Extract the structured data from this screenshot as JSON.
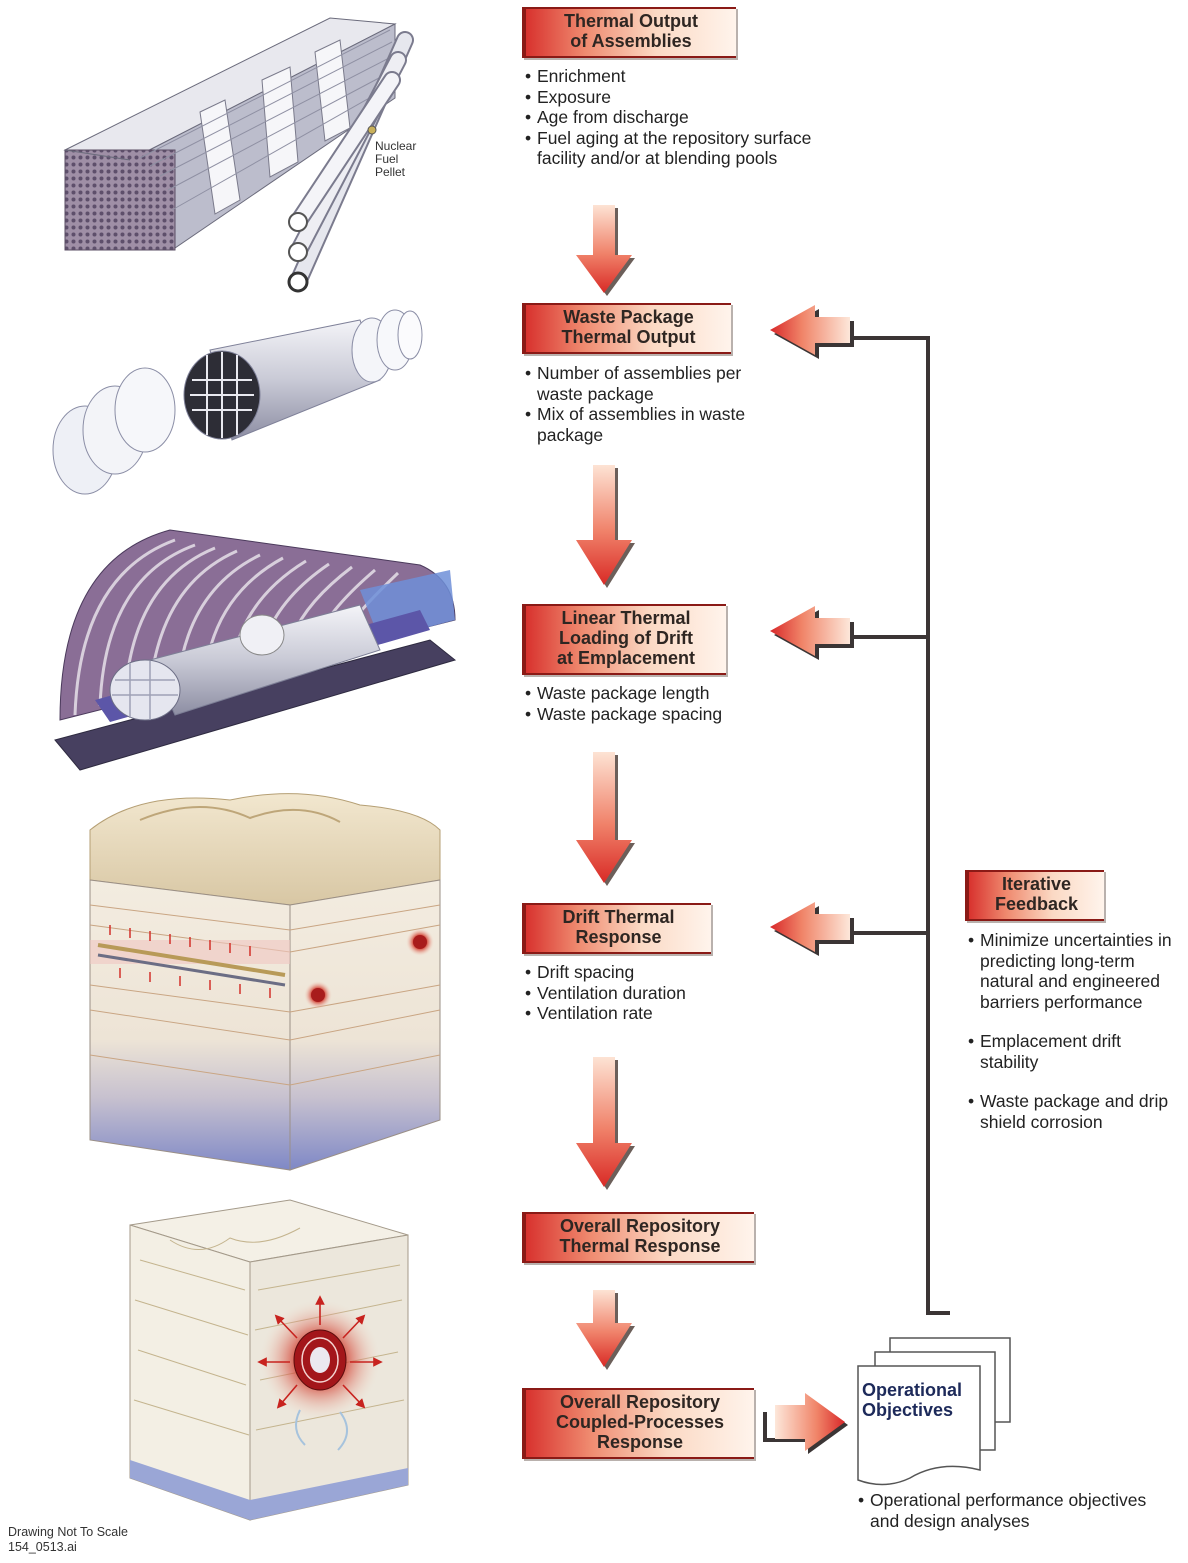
{
  "steps": [
    {
      "title": "Thermal Output\nof Assemblies",
      "bullets": [
        "Enrichment",
        "Exposure",
        "Age from discharge",
        "Fuel aging at the repository surface facility and/or at blending pools"
      ]
    },
    {
      "title": "Waste Package\nThermal Output",
      "bullets": [
        "Number of assemblies per waste package",
        "Mix of assemblies in waste package"
      ]
    },
    {
      "title": "Linear Thermal\nLoading of Drift\nat Emplacement",
      "bullets": [
        "Waste package length",
        "Waste package spacing"
      ]
    },
    {
      "title": "Drift Thermal\nResponse",
      "bullets": [
        "Drift spacing",
        "Ventilation duration",
        "Ventilation rate"
      ]
    },
    {
      "title": "Overall Repository\nThermal Response",
      "bullets": []
    },
    {
      "title": "Overall Repository\nCoupled-Processes\nResponse",
      "bullets": []
    }
  ],
  "feedback": {
    "title": "Iterative\nFeedback",
    "bullets": [
      "Minimize uncertainties in predicting long-term natural and engineered barriers performance",
      "Emplacement drift stability",
      "Waste package and drip shield corrosion"
    ]
  },
  "objectives": {
    "title": "Operational\nObjectives",
    "bullets": [
      "Operational performance objectives and design analyses"
    ]
  },
  "illustration_labels": {
    "pellet": "Nuclear\nFuel\nPellet"
  },
  "footer": {
    "note": "Drawing Not To Scale",
    "file": "154_0513.ai"
  },
  "colors": {
    "accent_red": "#d8322e",
    "dark_red": "#8a1a16",
    "arrow_light": "#f7c2a8"
  }
}
